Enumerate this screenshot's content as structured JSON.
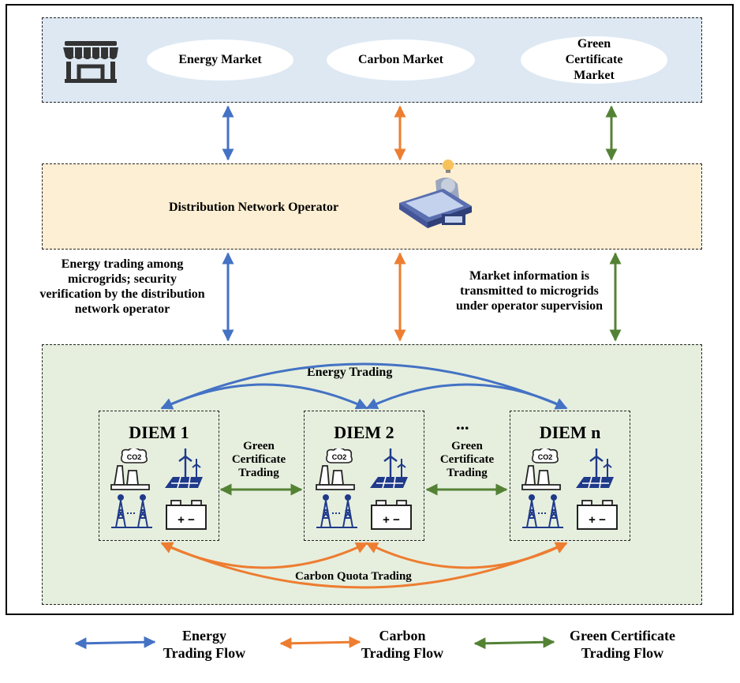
{
  "markets": {
    "energy": "Energy Market",
    "carbon": "Carbon Market",
    "green": "Green Certificate Market"
  },
  "operator": {
    "title": "Distribution Network Operator"
  },
  "notes": {
    "left": "Energy trading among microgrids; security verification by the distribution network operator",
    "right": "Market information is transmitted to microgrids under operator supervision"
  },
  "microgrids": {
    "energy_trading": "Energy Trading",
    "carbon_trading": "Carbon Quota Trading",
    "green_trading": "Green Certificate Trading",
    "ellipsis": "...",
    "diems": [
      {
        "label": "DIEM 1"
      },
      {
        "label": "DIEM 2"
      },
      {
        "label": "DIEM n"
      }
    ],
    "co2_label": "CO2",
    "battery_label": "+ −"
  },
  "legend": {
    "energy": "Energy Trading Flow",
    "carbon": "Carbon Trading Flow",
    "green": "Green Certificate Trading Flow"
  },
  "colors": {
    "energy": "#4472c4",
    "carbon": "#ed7d31",
    "green": "#548235",
    "icon": "#1f3a8a",
    "market_band": "#dde8f3",
    "operator_band": "#fdefd3",
    "microgrid_band": "#e6efde"
  },
  "icons": [
    "store-icon",
    "operator-computer-icon",
    "factory-co2-icon",
    "wind-farm-icon",
    "transmission-tower-icon",
    "battery-icon"
  ]
}
